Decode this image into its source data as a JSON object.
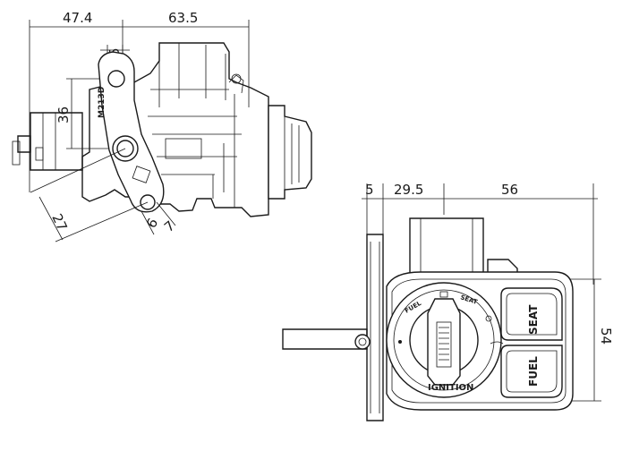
{
  "dimensions": {
    "left_view": {
      "width_left": "47.4",
      "width_right": "63.5",
      "hole_offset": "5",
      "height": "36",
      "diagonal": "27",
      "small_a": "6",
      "small_b": "7"
    },
    "right_view": {
      "flange": "5",
      "left": "29.5",
      "right": "56",
      "height": "54"
    }
  },
  "labels": {
    "part_code": "M213D",
    "ignition": "IGNITION",
    "seat_button": "SEAT",
    "fuel_button": "FUEL",
    "dial_fuel": "FUEL",
    "dial_seat": "SEAT"
  },
  "colors": {
    "line": "#1a1a1a",
    "background": "#ffffff"
  }
}
